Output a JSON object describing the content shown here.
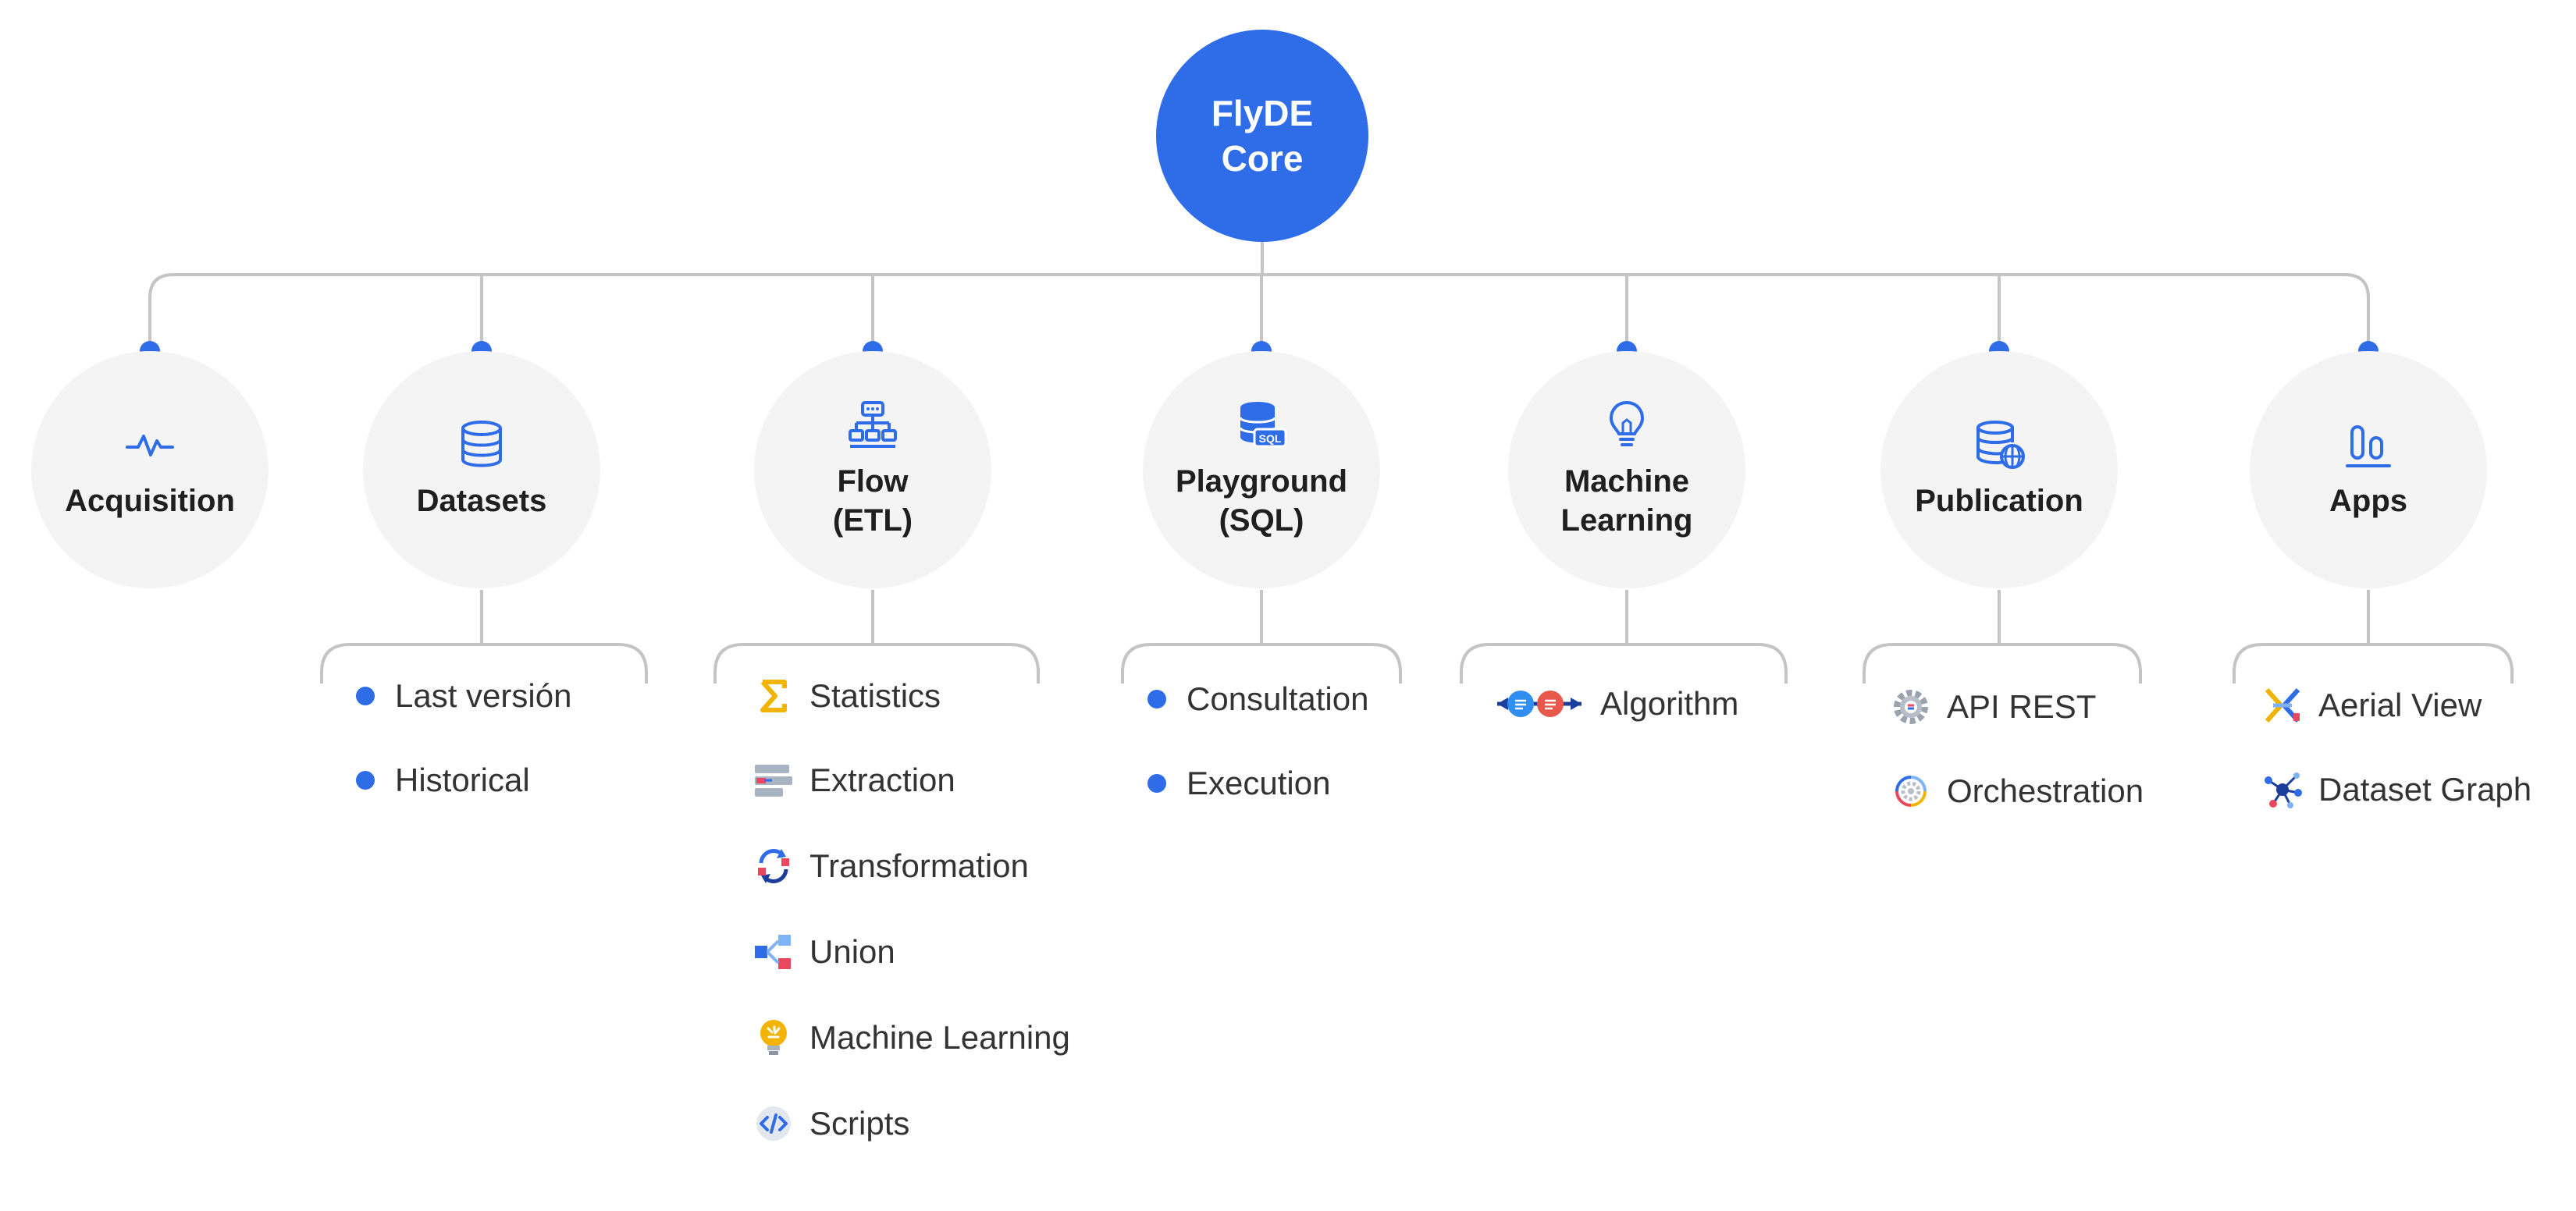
{
  "core": {
    "label": "FlyDE\nCore",
    "color": "#2f6ce8"
  },
  "colors": {
    "accent": "#2f6ce8",
    "connector": "#c4c4c4",
    "node_bg": "#f4f4f4"
  },
  "categories": [
    {
      "label": "Acquisition",
      "icon": "pulse-icon",
      "items": []
    },
    {
      "label": "Datasets",
      "icon": "database-icon",
      "items": [
        {
          "label": "Last versión",
          "icon": "bullet"
        },
        {
          "label": "Historical",
          "icon": "bullet"
        }
      ]
    },
    {
      "label": "Flow\n(ETL)",
      "icon": "flow-diagram-icon",
      "items": [
        {
          "label": "Statistics",
          "icon": "sigma-icon"
        },
        {
          "label": "Extraction",
          "icon": "extraction-icon"
        },
        {
          "label": "Transformation",
          "icon": "transformation-icon"
        },
        {
          "label": "Union",
          "icon": "union-icon"
        },
        {
          "label": "Machine Learning",
          "icon": "lightbulb-brain-icon"
        },
        {
          "label": "Scripts",
          "icon": "code-icon"
        }
      ]
    },
    {
      "label": "Playground\n(SQL)",
      "icon": "sql-database-icon",
      "items": [
        {
          "label": "Consultation",
          "icon": "bullet"
        },
        {
          "label": "Execution",
          "icon": "bullet"
        }
      ]
    },
    {
      "label": "Machine\nLearning",
      "icon": "lightbulb-icon",
      "items": [
        {
          "label": "Algorithm",
          "icon": "algorithm-icon"
        }
      ]
    },
    {
      "label": "Publication",
      "icon": "database-globe-icon",
      "items": [
        {
          "label": "API REST",
          "icon": "api-gear-icon"
        },
        {
          "label": "Orchestration",
          "icon": "orchestration-icon"
        }
      ]
    },
    {
      "label": "Apps",
      "icon": "apps-icon",
      "items": [
        {
          "label": "Aerial View",
          "icon": "aerial-view-icon"
        },
        {
          "label": "Dataset Graph",
          "icon": "dataset-graph-icon"
        }
      ]
    }
  ]
}
